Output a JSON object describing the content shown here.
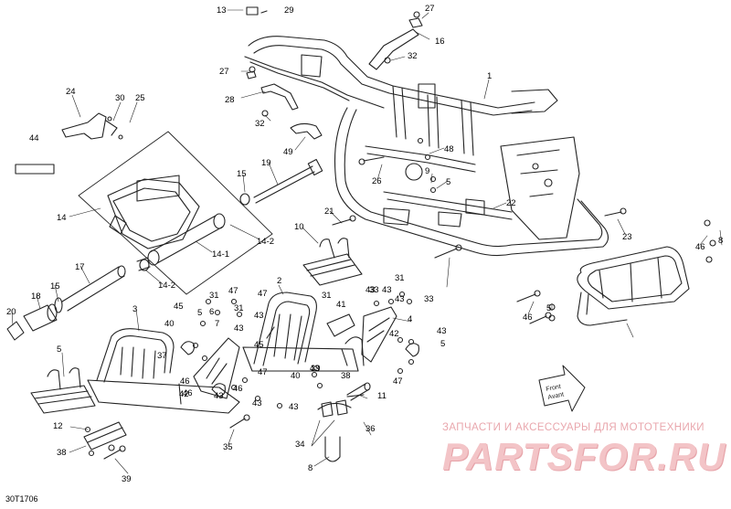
{
  "figure_code": "30T1706",
  "front_sign": {
    "line1": "Front",
    "line2": "Avant"
  },
  "watermark": {
    "text": "ЗАПЧАСТИ И АКСЕССУАРЫ ДЛЯ МОТОТЕХНИКИ",
    "logo": "PARTSFOR.RU"
  },
  "colors": {
    "line": "#222222",
    "watermark": "#e9a7ad"
  },
  "callouts": [
    "13",
    "29",
    "27",
    "16",
    "32",
    "1",
    "27",
    "28",
    "32",
    "24",
    "30",
    "25",
    "44",
    "49",
    "48",
    "9",
    "26",
    "5",
    "15",
    "19",
    "14",
    "22",
    "10",
    "21",
    "23",
    "46",
    "8",
    "14-1",
    "14-2",
    "14-2",
    "17",
    "15",
    "18",
    "20",
    "2",
    "47",
    "31",
    "47",
    "3",
    "45",
    "5",
    "6",
    "31",
    "43",
    "40",
    "7",
    "37",
    "46",
    "4",
    "43",
    "42",
    "46",
    "42",
    "43",
    "46",
    "43",
    "40",
    "38",
    "45",
    "47",
    "43",
    "41",
    "31",
    "43",
    "31",
    "43",
    "33",
    "43",
    "5",
    "39",
    "11",
    "5",
    "12",
    "38",
    "39",
    "35",
    "34",
    "36",
    "8",
    "46",
    "5",
    "43",
    "33",
    "47",
    "43"
  ]
}
